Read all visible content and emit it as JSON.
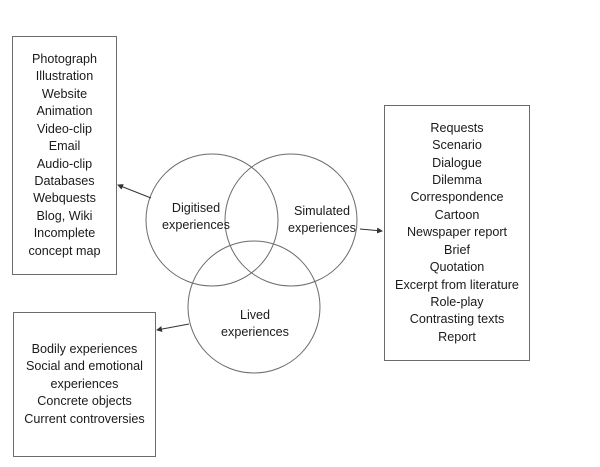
{
  "diagram": {
    "circles": {
      "digitised": {
        "line1": "Digitised",
        "line2": "experiences"
      },
      "simulated": {
        "line1": "Simulated",
        "line2": "experiences"
      },
      "lived": {
        "line1": "Lived",
        "line2": "experiences"
      }
    },
    "boxes": {
      "digitised_examples": [
        "Photograph",
        "Illustration",
        "Website",
        "Animation",
        "Video-clip",
        "Email",
        "Audio-clip",
        "Databases",
        "Webquests",
        "Blog, Wiki",
        "Incomplete",
        "concept map"
      ],
      "simulated_examples": [
        "Requests",
        "Scenario",
        "Dialogue",
        "Dilemma",
        "Correspondence",
        "Cartoon",
        "Newspaper report",
        "Brief",
        "Quotation",
        "Excerpt from literature",
        "Role-play",
        "Contrasting texts",
        "Report"
      ],
      "lived_examples": [
        "Bodily experiences",
        "Social and emotional",
        "experiences",
        "Concrete objects",
        "Current controversies"
      ]
    },
    "colors": {
      "stroke": "#6b6b6b",
      "text": "#1a1a1a",
      "background": "#ffffff"
    }
  }
}
